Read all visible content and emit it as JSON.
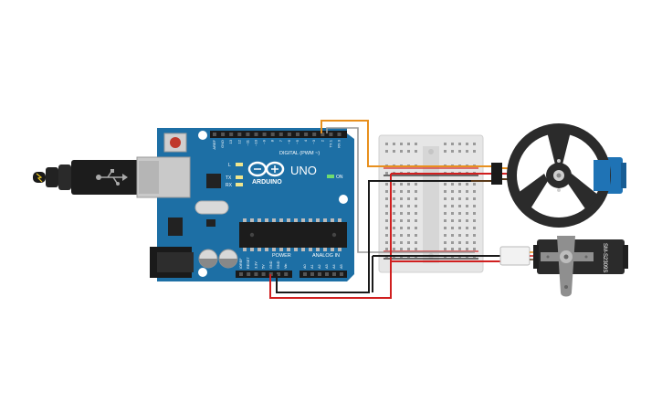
{
  "board": {
    "brand": "ARDUINO",
    "model": "UNO",
    "on_label": "ON",
    "tx_label": "TX",
    "rx_label": "RX",
    "l_label": "L",
    "digital_header": "DIGITAL (PWM ~)",
    "power_header": "POWER",
    "analog_header": "ANALOG IN",
    "digital_pins": [
      "AREF",
      "GND",
      "13",
      "12",
      "~11",
      "~10",
      "~9",
      "8",
      "7",
      "~6",
      "~5",
      "4",
      "~3",
      "2",
      "TX 1",
      "RX 0"
    ],
    "power_pins": [
      "IOREF",
      "RESET",
      "3.3V",
      "5V",
      "GND",
      "GND",
      "Vin"
    ],
    "analog_pins": [
      "A0",
      "A1",
      "A2",
      "A3",
      "A4",
      "A5"
    ]
  },
  "servo_small": {
    "label": "SM-S2309S"
  },
  "colors": {
    "board": "#1d6fa5",
    "board_dark": "#155a89",
    "breadboard": "#e6e6e6",
    "rail_red": "#d42a2a",
    "rail_black": "#222222",
    "wire_orange": "#e8901e",
    "wire_red": "#d01f1f",
    "wire_black": "#1a1a1a",
    "wire_grey": "#9a9a9a",
    "servo_blue": "#1f73b5",
    "servo_dark": "#2b2b2b"
  }
}
